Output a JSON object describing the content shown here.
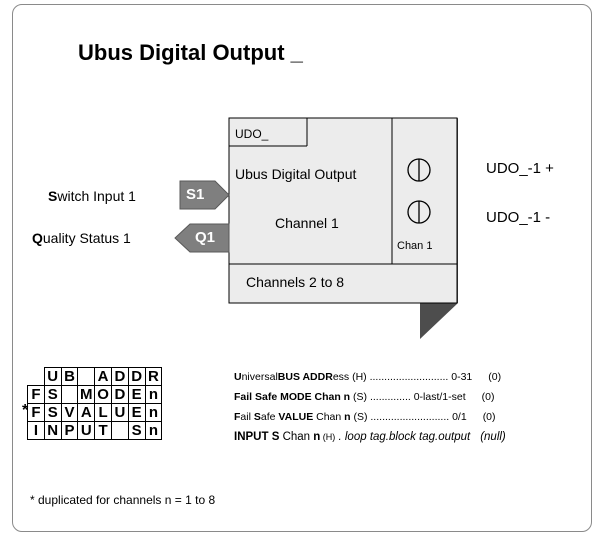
{
  "title": "Ubus Digital Output _",
  "block": {
    "tag": "UDO_",
    "name": "Ubus Digital Output",
    "channel": "Channel 1",
    "chan_label": "Chan 1",
    "more_channels": "Channels  2 to 8"
  },
  "inputs": [
    {
      "bold": "S",
      "rest": "witch Input 1",
      "pin": "S1"
    },
    {
      "bold": "Q",
      "rest": "uality Status 1",
      "pin": "Q1"
    }
  ],
  "outputs": [
    "UDO_-1 +",
    "UDO_-1 -"
  ],
  "param_codes": [
    [
      "",
      "U",
      "B",
      "",
      "A",
      "D",
      "D",
      "R"
    ],
    [
      "F",
      "S",
      "",
      "M",
      "O",
      "D",
      "E",
      "n"
    ],
    [
      "F",
      "S",
      "V",
      "A",
      "L",
      "U",
      "E",
      "n"
    ],
    [
      "I",
      "N",
      "P",
      "U",
      "T",
      "",
      "S",
      "n"
    ]
  ],
  "marker": "*",
  "params": [
    {
      "a": "U",
      "b": "niversal",
      "c": "BUS ADDR",
      "d": "ess (H) ........................... ",
      "e": "0-31",
      "f": "(0)"
    },
    {
      "a": "Fail Safe MODE Chan n",
      "b": " (S) .............. ",
      "e": "0-last/1-set",
      "f": "(0)"
    },
    {
      "a": "F",
      "b": "ail ",
      "c": "S",
      "d": "afe ",
      "g": "VALUE",
      "h": " Chan ",
      "i": "n",
      "j": " (S) ........................... ",
      "e": "0/1",
      "f": "(0)"
    },
    {
      "a": "INPUT S",
      "b": " Chan ",
      "c": "n",
      "d": " (H)",
      "e": " . loop tag.block tag.output",
      "f": "(null)"
    }
  ],
  "footnote": "* duplicated for channels n = 1 to 8"
}
